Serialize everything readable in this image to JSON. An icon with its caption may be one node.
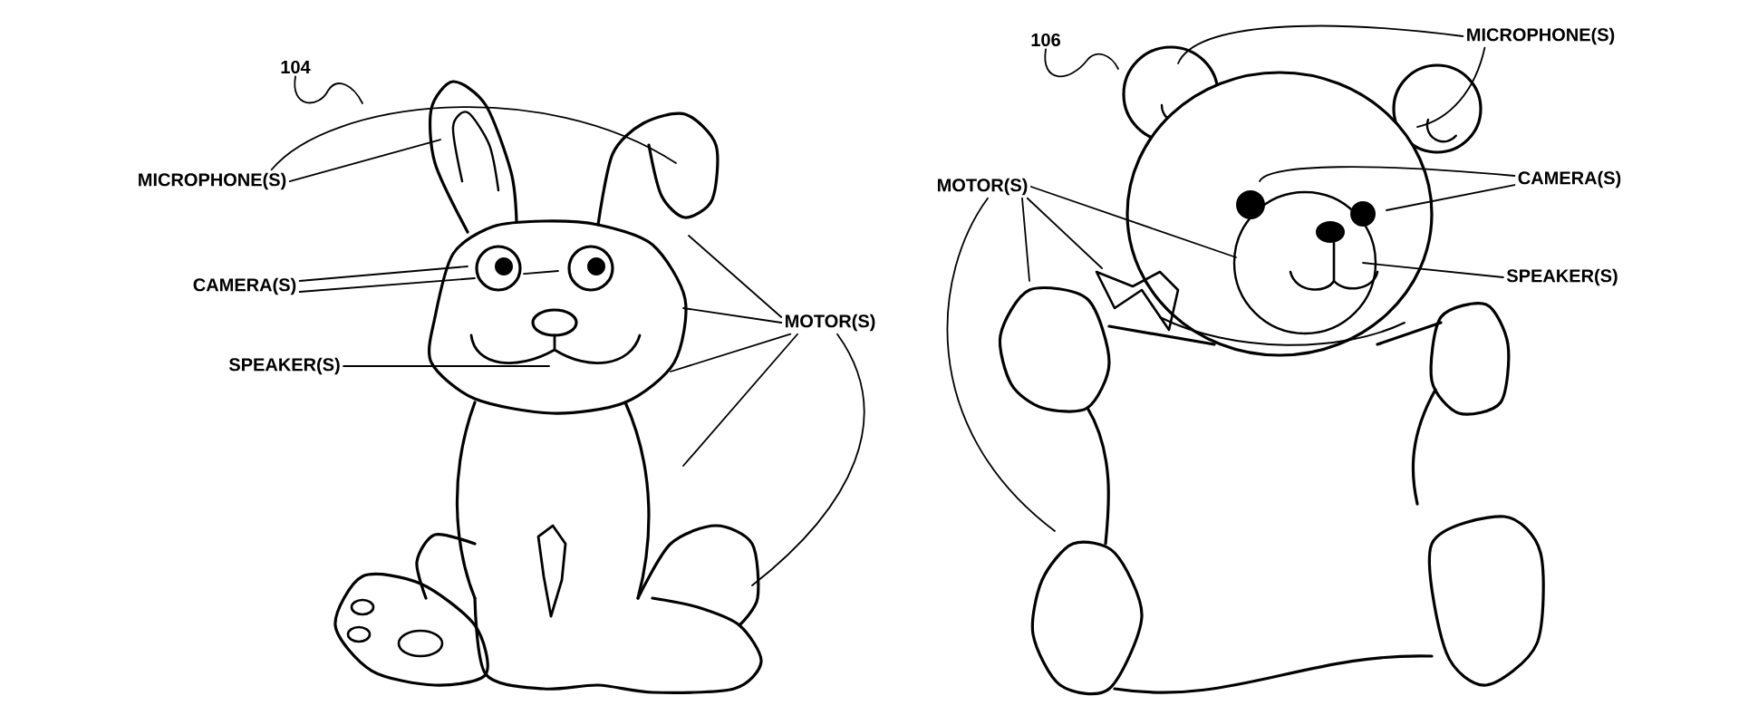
{
  "diagram": {
    "nodes": [
      {
        "text": [
          "104"
        ]
      },
      {
        "text": [
          "MICROPHONE(S)"
        ]
      },
      {
        "text": [
          "CAMERA(S)"
        ]
      },
      {
        "text": [
          "SPEAKER(S)"
        ]
      },
      {
        "text": [
          "MOTOR(S)"
        ]
      },
      {
        "text": [
          "106"
        ]
      },
      {
        "text": [
          "MICROPHONE(S)"
        ]
      },
      {
        "text": [
          "MOTOR(S)"
        ]
      },
      {
        "text": [
          "CAMERA(S)"
        ]
      },
      {
        "text": [
          "SPEAKER(S)"
        ]
      }
    ],
    "edges": [
      {
        "from": 0,
        "to": null,
        "arrow": "none"
      },
      {
        "from": 1,
        "to": null,
        "arrow": "none"
      },
      {
        "from": 1,
        "to": null,
        "arrow": "none"
      },
      {
        "from": 2,
        "to": null,
        "arrow": "none"
      },
      {
        "from": 2,
        "to": null,
        "arrow": "none"
      },
      {
        "from": 3,
        "to": null,
        "arrow": "none"
      },
      {
        "from": 4,
        "to": null,
        "arrow": "none"
      },
      {
        "from": 4,
        "to": null,
        "arrow": "none"
      },
      {
        "from": 4,
        "to": null,
        "arrow": "none"
      },
      {
        "from": 4,
        "to": null,
        "arrow": "none"
      },
      {
        "from": 4,
        "to": null,
        "arrow": "none"
      },
      {
        "from": 5,
        "to": null,
        "arrow": "none"
      },
      {
        "from": 6,
        "to": null,
        "arrow": "none"
      },
      {
        "from": 6,
        "to": null,
        "arrow": "none"
      },
      {
        "from": 8,
        "to": null,
        "arrow": "none"
      },
      {
        "from": 8,
        "to": null,
        "arrow": "none"
      },
      {
        "from": 9,
        "to": null,
        "arrow": "none"
      },
      {
        "from": 7,
        "to": null,
        "arrow": "none"
      },
      {
        "from": 7,
        "to": null,
        "arrow": "none"
      },
      {
        "from": 7,
        "to": null,
        "arrow": "none"
      },
      {
        "from": 7,
        "to": null,
        "arrow": "none"
      }
    ]
  }
}
